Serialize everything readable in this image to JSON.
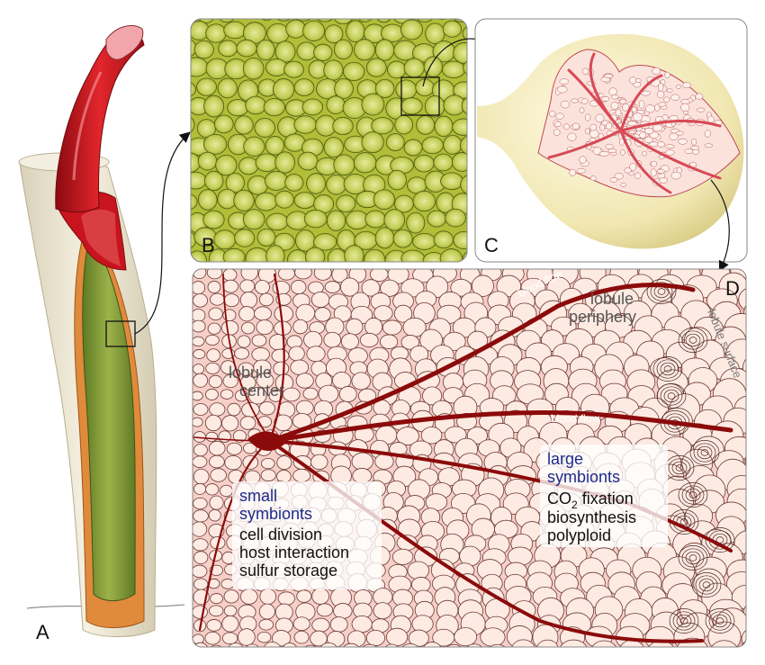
{
  "panels": {
    "a": "A",
    "b": "B",
    "c": "C",
    "d": "D"
  },
  "labels": {
    "lobule_center_1": "lobule",
    "lobule_center_2": "center",
    "lobule_periphery_1": "lobule",
    "lobule_periphery_2": "periphery",
    "lobule_surface": "lobule surface",
    "blood_flow_1": "blood flow",
    "blood_flow_2": "blood flow"
  },
  "small_symbionts": {
    "title_1": "small",
    "title_2": "symbionts",
    "items": [
      "cell division",
      "host interaction",
      "sulfur storage"
    ]
  },
  "large_symbionts": {
    "title_1": "large",
    "title_2": "symbionts",
    "co2_prefix": "CO",
    "co2_sub": "2",
    "co2_suffix": " fixation",
    "items": [
      "biosynthesis",
      "polyploid"
    ]
  },
  "colors": {
    "blood_red": "#8b0a0a",
    "plume_red": "#c8141e",
    "trophosome_green": "#7d9a36",
    "tissue_pink": "#f6cfc8",
    "cell_fill": "#fbe6dd",
    "cell_stroke": "#6b3a34",
    "panel_b_base": "#b7c23c",
    "tube_beige": "#ece6d4"
  }
}
